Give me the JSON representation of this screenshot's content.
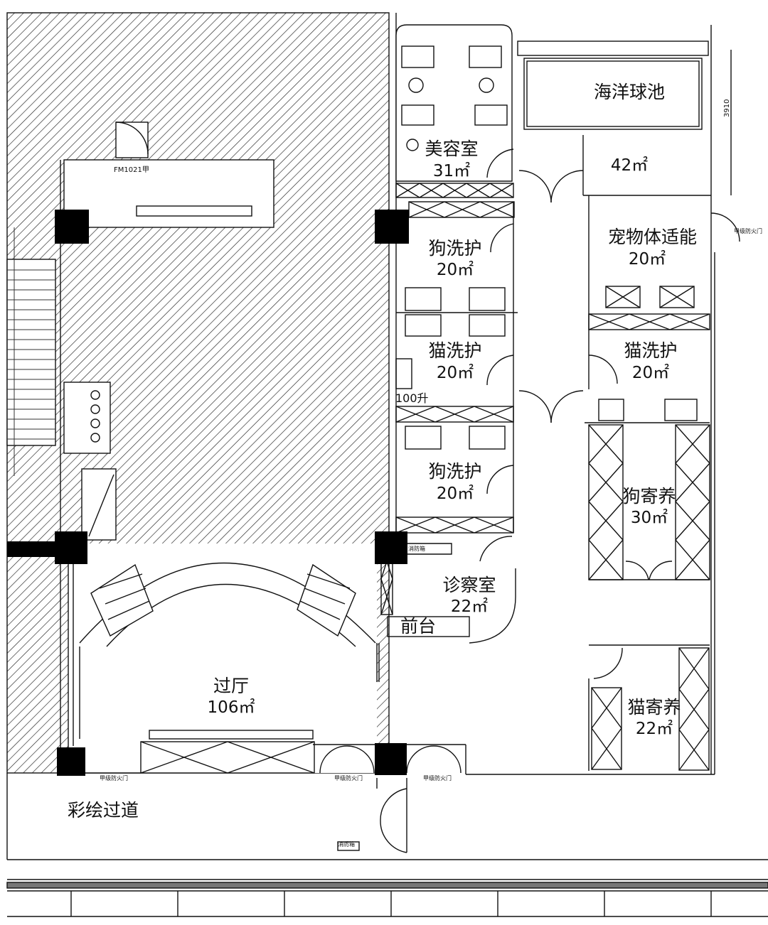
{
  "rooms": {
    "pool": {
      "name": "海洋球池",
      "area": "42㎡"
    },
    "grooming": {
      "name": "美容室",
      "area": "31㎡"
    },
    "fitness": {
      "name": "宠物体适能",
      "area": "20㎡"
    },
    "dog_wash_1": {
      "name": "狗洗护",
      "area": "20㎡"
    },
    "cat_wash_left": {
      "name": "猫洗护",
      "area": "20㎡"
    },
    "cat_wash_right": {
      "name": "猫洗护",
      "area": "20㎡"
    },
    "dog_wash_2": {
      "name": "狗洗护",
      "area": "20㎡"
    },
    "dog_boarding": {
      "name": "狗寄养",
      "area": "30㎡"
    },
    "exam": {
      "name": "诊察室",
      "area": "22㎡"
    },
    "reception": {
      "name": "前台"
    },
    "hall": {
      "name": "过厅",
      "area": "106㎡"
    },
    "cat_boarding": {
      "name": "猫寄养",
      "area": "22㎡"
    },
    "corridor": {
      "name": "彩绘过道"
    }
  },
  "annotations": {
    "door_code": "FM1021甲",
    "dimension": "3910",
    "tank": "100升",
    "fire_door": "甲级防火门",
    "hydrant": "消防箱"
  }
}
